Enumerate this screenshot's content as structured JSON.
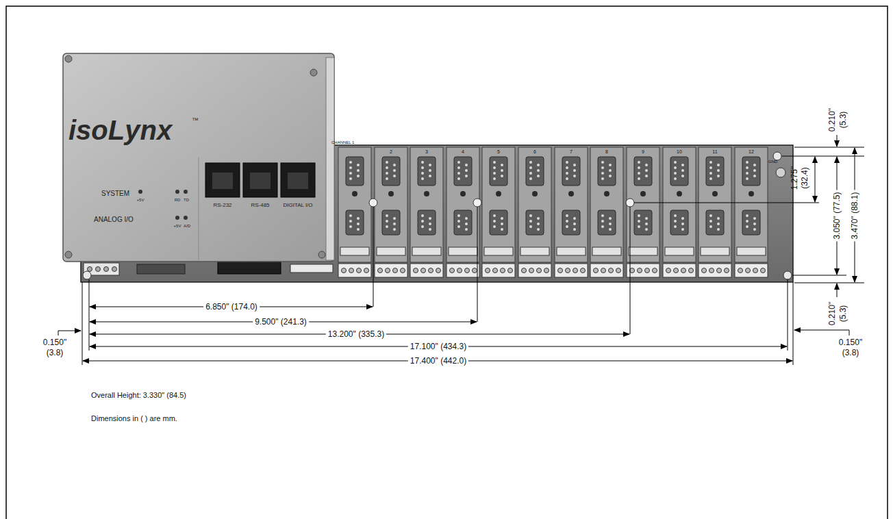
{
  "diagram": {
    "labels": [
      "isoLynx",
      "™",
      "SYSTEM",
      "+5V",
      "RD",
      "TD",
      "ANALOG I/O",
      "+5V",
      "A/D",
      "RS-232",
      "RS-485",
      "DIGITAL I/O",
      "CHANNEL 1",
      "2",
      "3",
      "4",
      "5",
      "6",
      "7",
      "8",
      "9",
      "10",
      "11",
      "12",
      "GND",
      "0.210\"",
      "(5.3)",
      "1.275\"",
      "(32.4)",
      "3.050\" (77.5)",
      "3.470\" (88.1)",
      "0.210\"",
      "(5.3)",
      "6.850\" (174.0)",
      "9.500\" (241.3)",
      "13.200\" (335.3)",
      "17.100\" (434.3)",
      "17.400\" (442.0)",
      "0.150\"",
      "(3.8)",
      "0.150\"",
      "(3.8)",
      "Overall Height: 3.330\" (84.5)",
      "Dimensions in ( ) are mm."
    ]
  }
}
